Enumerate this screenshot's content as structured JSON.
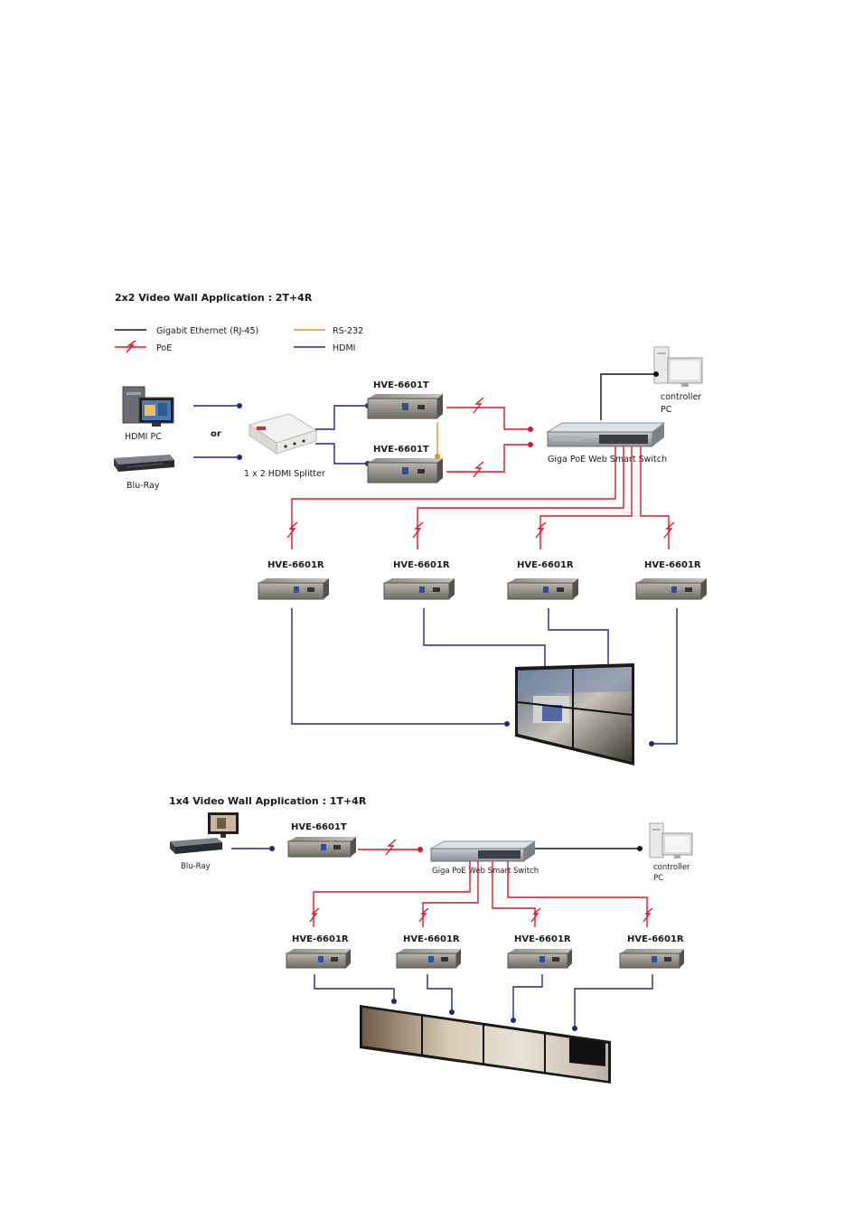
{
  "section1": {
    "title": "2x2 Video Wall Application : 2T+4R",
    "legend": {
      "ethernet": "Gigabit Ethernet (RJ-45)",
      "poe": "PoE",
      "rs232": "RS-232",
      "hdmi": "HDMI"
    },
    "hdmi_pc": "HDMI PC",
    "bluray": "Blu-Ray",
    "or": "or",
    "splitter": "1 x 2 HDMI Splitter",
    "transmitter_1": "HVE-6601T",
    "transmitter_2": "HVE-6601T",
    "switch": "Giga PoE Web Smart Switch",
    "controller_line1": "controller",
    "controller_line2": "PC",
    "receivers": [
      "HVE-6601R",
      "HVE-6601R",
      "HVE-6601R",
      "HVE-6601R"
    ]
  },
  "section2": {
    "title": "1x4 Video Wall Application : 1T+4R",
    "bluray": "Blu-Ray",
    "transmitter": "HVE-6601T",
    "switch": "Giga PoE Web Smart Switch",
    "controller_line1": "controller",
    "controller_line2": "PC",
    "receivers": [
      "HVE-6601R",
      "HVE-6601R",
      "HVE-6601R",
      "HVE-6601R"
    ]
  },
  "colors": {
    "ethernet": "#111111",
    "poe": "#d7192b",
    "rs232": "#e8901e",
    "hdmi": "#1f2a7a"
  }
}
